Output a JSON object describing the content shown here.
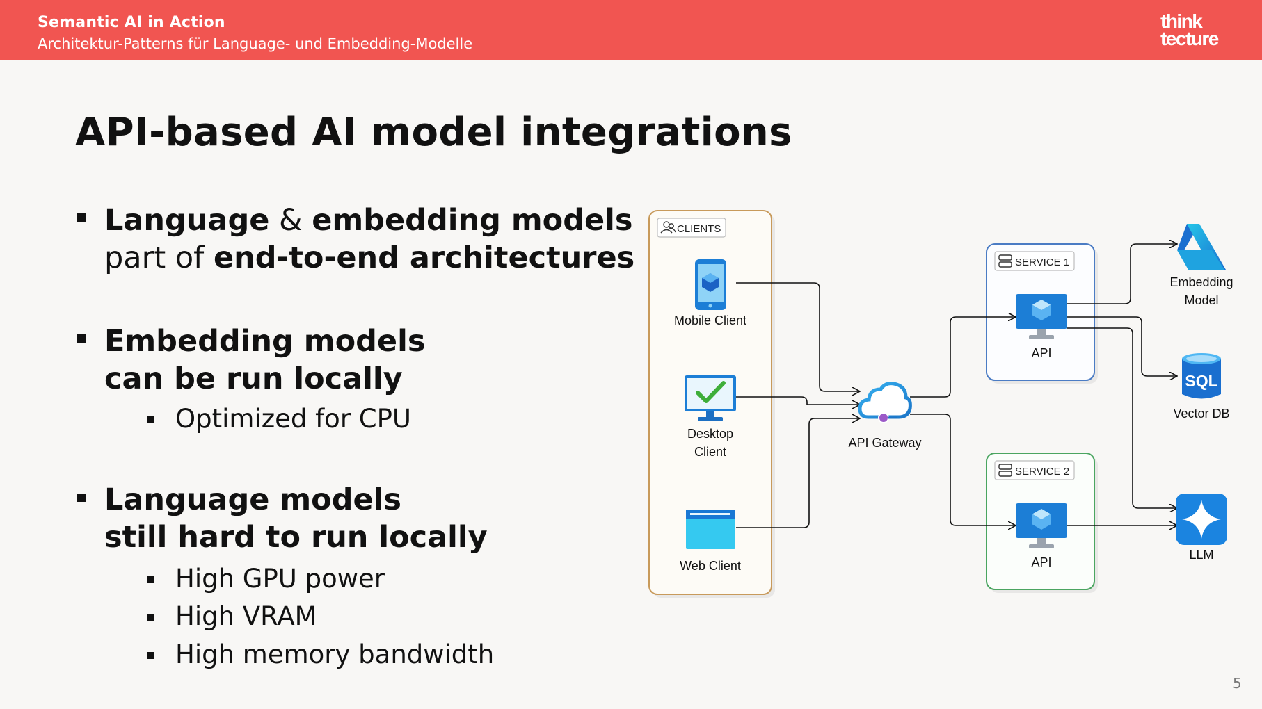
{
  "header": {
    "title": "Semantic AI in Action",
    "subtitle": "Architektur-Patterns für Language- und Embedding-Modelle",
    "logo_line1": "think",
    "logo_line2": "tecture"
  },
  "slide": {
    "title": "API-based AI model integrations",
    "page_number": "5",
    "bullets": [
      {
        "lines": [
          [
            {
              "text": "Language",
              "bold": true
            },
            {
              "text": " & ",
              "bold": false
            },
            {
              "text": "embedding models",
              "bold": true
            }
          ],
          [
            {
              "text": "part of ",
              "bold": false
            },
            {
              "text": "end-to-end architectures",
              "bold": true
            }
          ]
        ],
        "sub": []
      },
      {
        "lines": [
          [
            {
              "text": "Embedding models",
              "bold": true
            }
          ],
          [
            {
              "text": "can be run locally",
              "bold": true
            }
          ]
        ],
        "sub": [
          "Optimized for CPU"
        ]
      },
      {
        "lines": [
          [
            {
              "text": "Language models",
              "bold": true
            }
          ],
          [
            {
              "text": "still hard to run locally",
              "bold": true
            }
          ]
        ],
        "sub": [
          "High GPU power",
          "High VRAM",
          "High memory bandwidth"
        ]
      }
    ]
  },
  "diagram": {
    "clients_group": "CLIENTS",
    "mobile_client": "Mobile Client",
    "desktop_client_1": "Desktop",
    "desktop_client_2": "Client",
    "web_client": "Web Client",
    "api_gateway": "API Gateway",
    "service1_group": "SERVICE 1",
    "service2_group": "SERVICE 2",
    "api1": "API",
    "api2": "API",
    "embedding_model_1": "Embedding",
    "embedding_model_2": "Model",
    "vector_db": "Vector DB",
    "sql_icon_text": "SQL",
    "llm": "LLM",
    "colors": {
      "header": "#f15551",
      "clients_border": "#c89a5b",
      "service1_border": "#4b7cc4",
      "service2_border": "#4aa560",
      "azure_blue": "#1e88d8"
    }
  }
}
